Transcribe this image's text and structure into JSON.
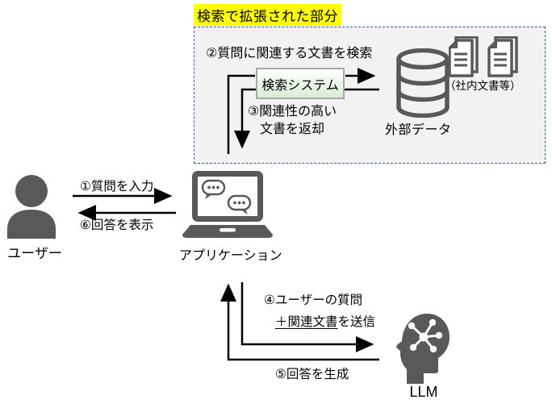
{
  "title": "検索で拡張された部分",
  "expanded_section": {
    "step2": "②質問に関連する文書を検索",
    "search_system": "検索システム",
    "step3_line1": "③関連性の高い",
    "step3_line2": "文書を返却",
    "docs_note": "（社内文書等）",
    "external_data": "外部データ"
  },
  "nodes": {
    "user": "ユーザー",
    "application": "アプリケーション",
    "llm": "LLM"
  },
  "flows": {
    "step1": "①質問を入力",
    "step6": "⑥回答を表示",
    "step4_line1": "④ユーザーの質問",
    "step4_underline": "＋関連文書",
    "step4_rest": "を送信",
    "step5": "⑤回答を生成"
  },
  "colors": {
    "highlight": "#FFFF00",
    "panel_bg": "#F2F2F2",
    "panel_border": "#2E5B9F",
    "icon_gray": "#595959",
    "search_box_border": "#A8A8A8",
    "search_box_gradient_top": "#FFFFFF",
    "search_box_gradient_bottom": "#D8ECD3",
    "arrow": "#000000"
  },
  "icons": {
    "user": "person-silhouette-icon",
    "application": "laptop-chat-icon",
    "external_data": "database-cylinder-icon",
    "docs": "document-pages-icon",
    "llm": "head-network-icon"
  }
}
